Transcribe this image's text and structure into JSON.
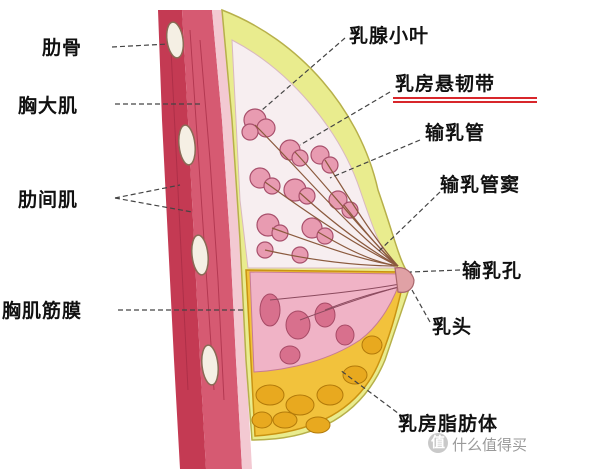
{
  "labels": {
    "ribs": "肋骨",
    "pectoralis_major": "胸大肌",
    "intercostal_muscles": "肋间肌",
    "pectoral_fascia": "胸肌筋膜",
    "lobules": "乳腺小叶",
    "suspensory_ligaments": "乳房悬韧带",
    "lactiferous_ducts": "输乳管",
    "lactiferous_sinus": "输乳管窦",
    "duct_opening": "输乳孔",
    "nipple": "乳头",
    "adipose_tissue": "乳房脂肪体"
  },
  "watermark": {
    "icon_text": "值",
    "text": "什么值得买"
  },
  "colors": {
    "highlight_underline": "#d8262b",
    "muscle": "#c9475f",
    "fascia": "#f3c9d2",
    "fat": "#f2c23c",
    "gland": "#f0b3c6",
    "ligament_band": "#e9ec8e",
    "leader_line": "#444444"
  }
}
